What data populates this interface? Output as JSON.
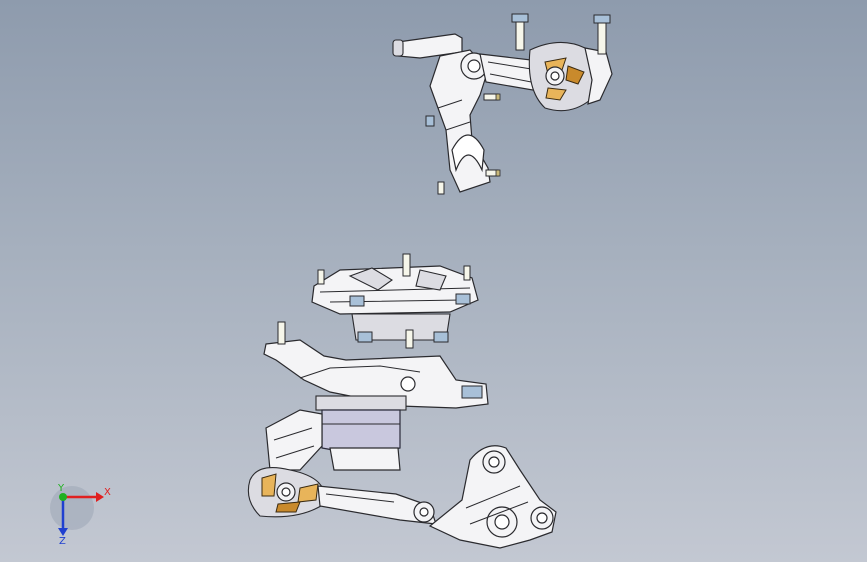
{
  "viewport": {
    "background_top": "#8e9bad",
    "background_bottom": "#c3c8d2"
  },
  "triad": {
    "x_label": "X",
    "y_label": "Y",
    "z_label": "Z",
    "x_color": "#e02020",
    "y_color": "#20b020",
    "z_color": "#2040d0"
  },
  "icons": {
    "upper_assembly": "engine-mount-bracket-icon",
    "lower_assembly": "engine-mount-assembly-icon"
  }
}
